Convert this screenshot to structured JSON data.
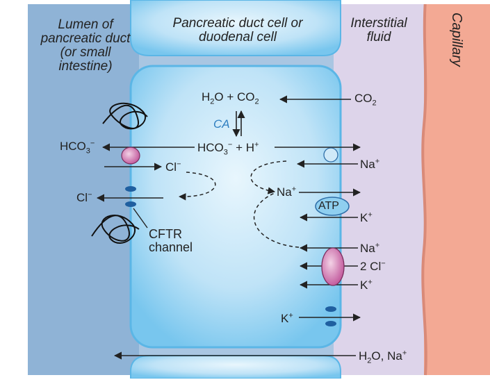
{
  "headers": {
    "lumen": "Lumen of pancreatic duct (or small intestine)",
    "cell": "Pancreatic duct cell or duodenal cell",
    "interstitial": "Interstitial fluid",
    "capillary": "Capillary"
  },
  "species": {
    "h2o": "H",
    "h2o_sub": "2",
    "h2o_o": "O",
    "plus": " + ",
    "co2_c": "CO",
    "co2_sub": "2",
    "ca": "CA",
    "hco3": "HCO",
    "hco3_sub": "3",
    "minus": "−",
    "hplus": " + H",
    "plus_sign": "+",
    "cl": "Cl",
    "na": "Na",
    "k": "K",
    "atp": "ATP",
    "two_cl": "2 Cl",
    "h2o_na": "H",
    "h2o_na_rest": "O, Na"
  },
  "cftr": {
    "line1": "CFTR",
    "line2": "channel"
  },
  "colors": {
    "lumen_bg": "#8fb3d6",
    "interstitial_bg": "#ddd4ea",
    "capillary": "#f3a994",
    "capillary_dark": "#d98a78",
    "cell_fill": "#bfe3f7",
    "cell_edge": "#5bb6e6",
    "exchanger": "#d77fb3",
    "pump": "#8fcff0",
    "channel": "#1f5fa0"
  }
}
